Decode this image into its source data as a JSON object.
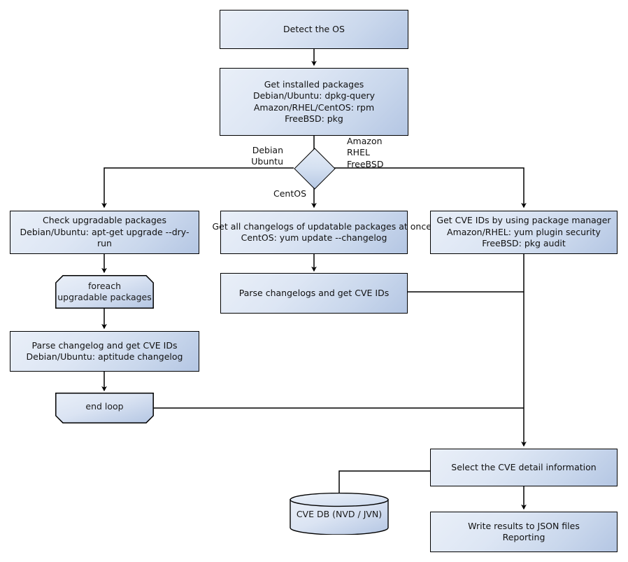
{
  "diagram": {
    "title": "Vulnerability scanning flow",
    "colors": {
      "fill_light": "#e9eff8",
      "fill_dark": "#b4c6e3",
      "stroke": "#000000",
      "text": "#111111",
      "background": "#ffffff"
    },
    "nodes": {
      "detect_os": {
        "label": "Detect the OS",
        "shape": "process"
      },
      "get_installed_packages": {
        "label": "Get installed packages\nDebian/Ubuntu: dpkg-query\nAmazon/RHEL/CentOS: rpm\nFreeBSD: pkg",
        "shape": "process"
      },
      "os_decision": {
        "label": "",
        "shape": "decision"
      },
      "check_upgradable": {
        "label": "Check upgradable packages\nDebian/Ubuntu: apt-get upgrade --dry-run",
        "shape": "process"
      },
      "get_all_changelogs": {
        "label": "Get all changelogs of updatable packages at once\nCentOS: yum update --changelog",
        "shape": "process"
      },
      "get_cve_ids_pkgmgr": {
        "label": "Get CVE IDs by using package manager\nAmazon/RHEL: yum plugin security\nFreeBSD: pkg audit",
        "shape": "process"
      },
      "foreach_loop": {
        "label": "foreach\nupgradable  packages",
        "shape": "loop-start"
      },
      "parse_changelogs_multi": {
        "label": "Parse changelogs and get CVE IDs",
        "shape": "process"
      },
      "parse_changelog_single": {
        "label": "Parse changelog and get  CVE IDs\nDebian/Ubuntu: aptitude changelog",
        "shape": "process"
      },
      "end_loop": {
        "label": "end loop",
        "shape": "loop-end"
      },
      "select_cve_detail": {
        "label": "Select the CVE detail information",
        "shape": "process"
      },
      "cve_db": {
        "label": "CVE DB (NVD / JVN)",
        "shape": "database"
      },
      "write_results": {
        "label": "Write results to JSON files\nReporting",
        "shape": "process"
      }
    },
    "edge_labels": {
      "debian_ubuntu": "Debian\nUbuntu",
      "amazon_rhel_freebsd": "Amazon\nRHEL\nFreeBSD",
      "centos": "CentOS"
    }
  }
}
